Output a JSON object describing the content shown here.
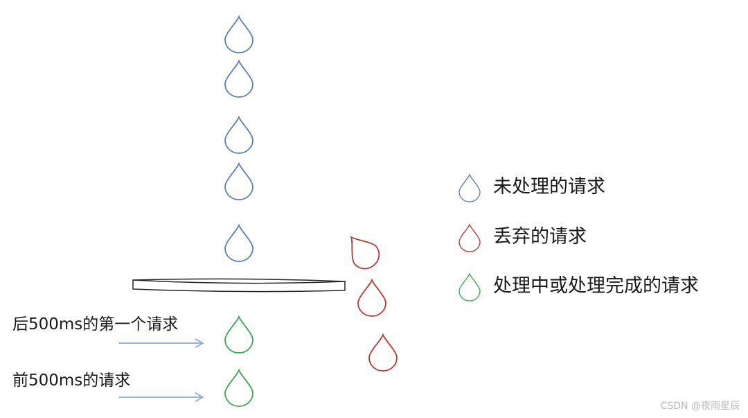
{
  "colors": {
    "unprocessed": "#5b7fb8",
    "discarded": "#b43a36",
    "processed": "#3aa853",
    "arrow": "#6e9bd6",
    "funnel": "#222222",
    "text": "#1a1a1a"
  },
  "legend": {
    "unprocessed_label": "未处理的请求",
    "discarded_label": "丢弃的请求",
    "processed_label": "处理中或处理完成的请求"
  },
  "annotations": {
    "next_window_label": "后500ms的第一个请求",
    "prev_window_label": "前500ms的请求"
  },
  "watermark": "CSDN @夜雨星辰"
}
